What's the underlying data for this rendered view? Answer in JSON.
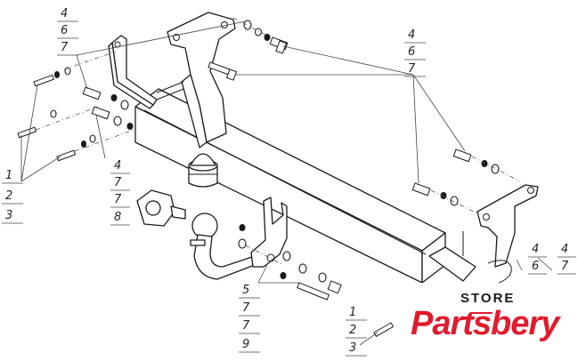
{
  "callouts": {
    "top_left": [
      "4",
      "6",
      "7"
    ],
    "top_right": [
      "4",
      "6",
      "7"
    ],
    "left": [
      "1",
      "2",
      "3"
    ],
    "mid_left": [
      "4",
      "7",
      "7",
      "8"
    ],
    "bottom_center": [
      "5",
      "7",
      "7",
      "9"
    ],
    "bottom_right": [
      "1",
      "2",
      "3"
    ],
    "right_edge_a": [
      "4",
      "6"
    ],
    "right_edge_b": [
      "4",
      "7"
    ]
  },
  "logo": {
    "store": "STORE",
    "brand": "Partsbery",
    "brand_color": "#e21b2d"
  }
}
